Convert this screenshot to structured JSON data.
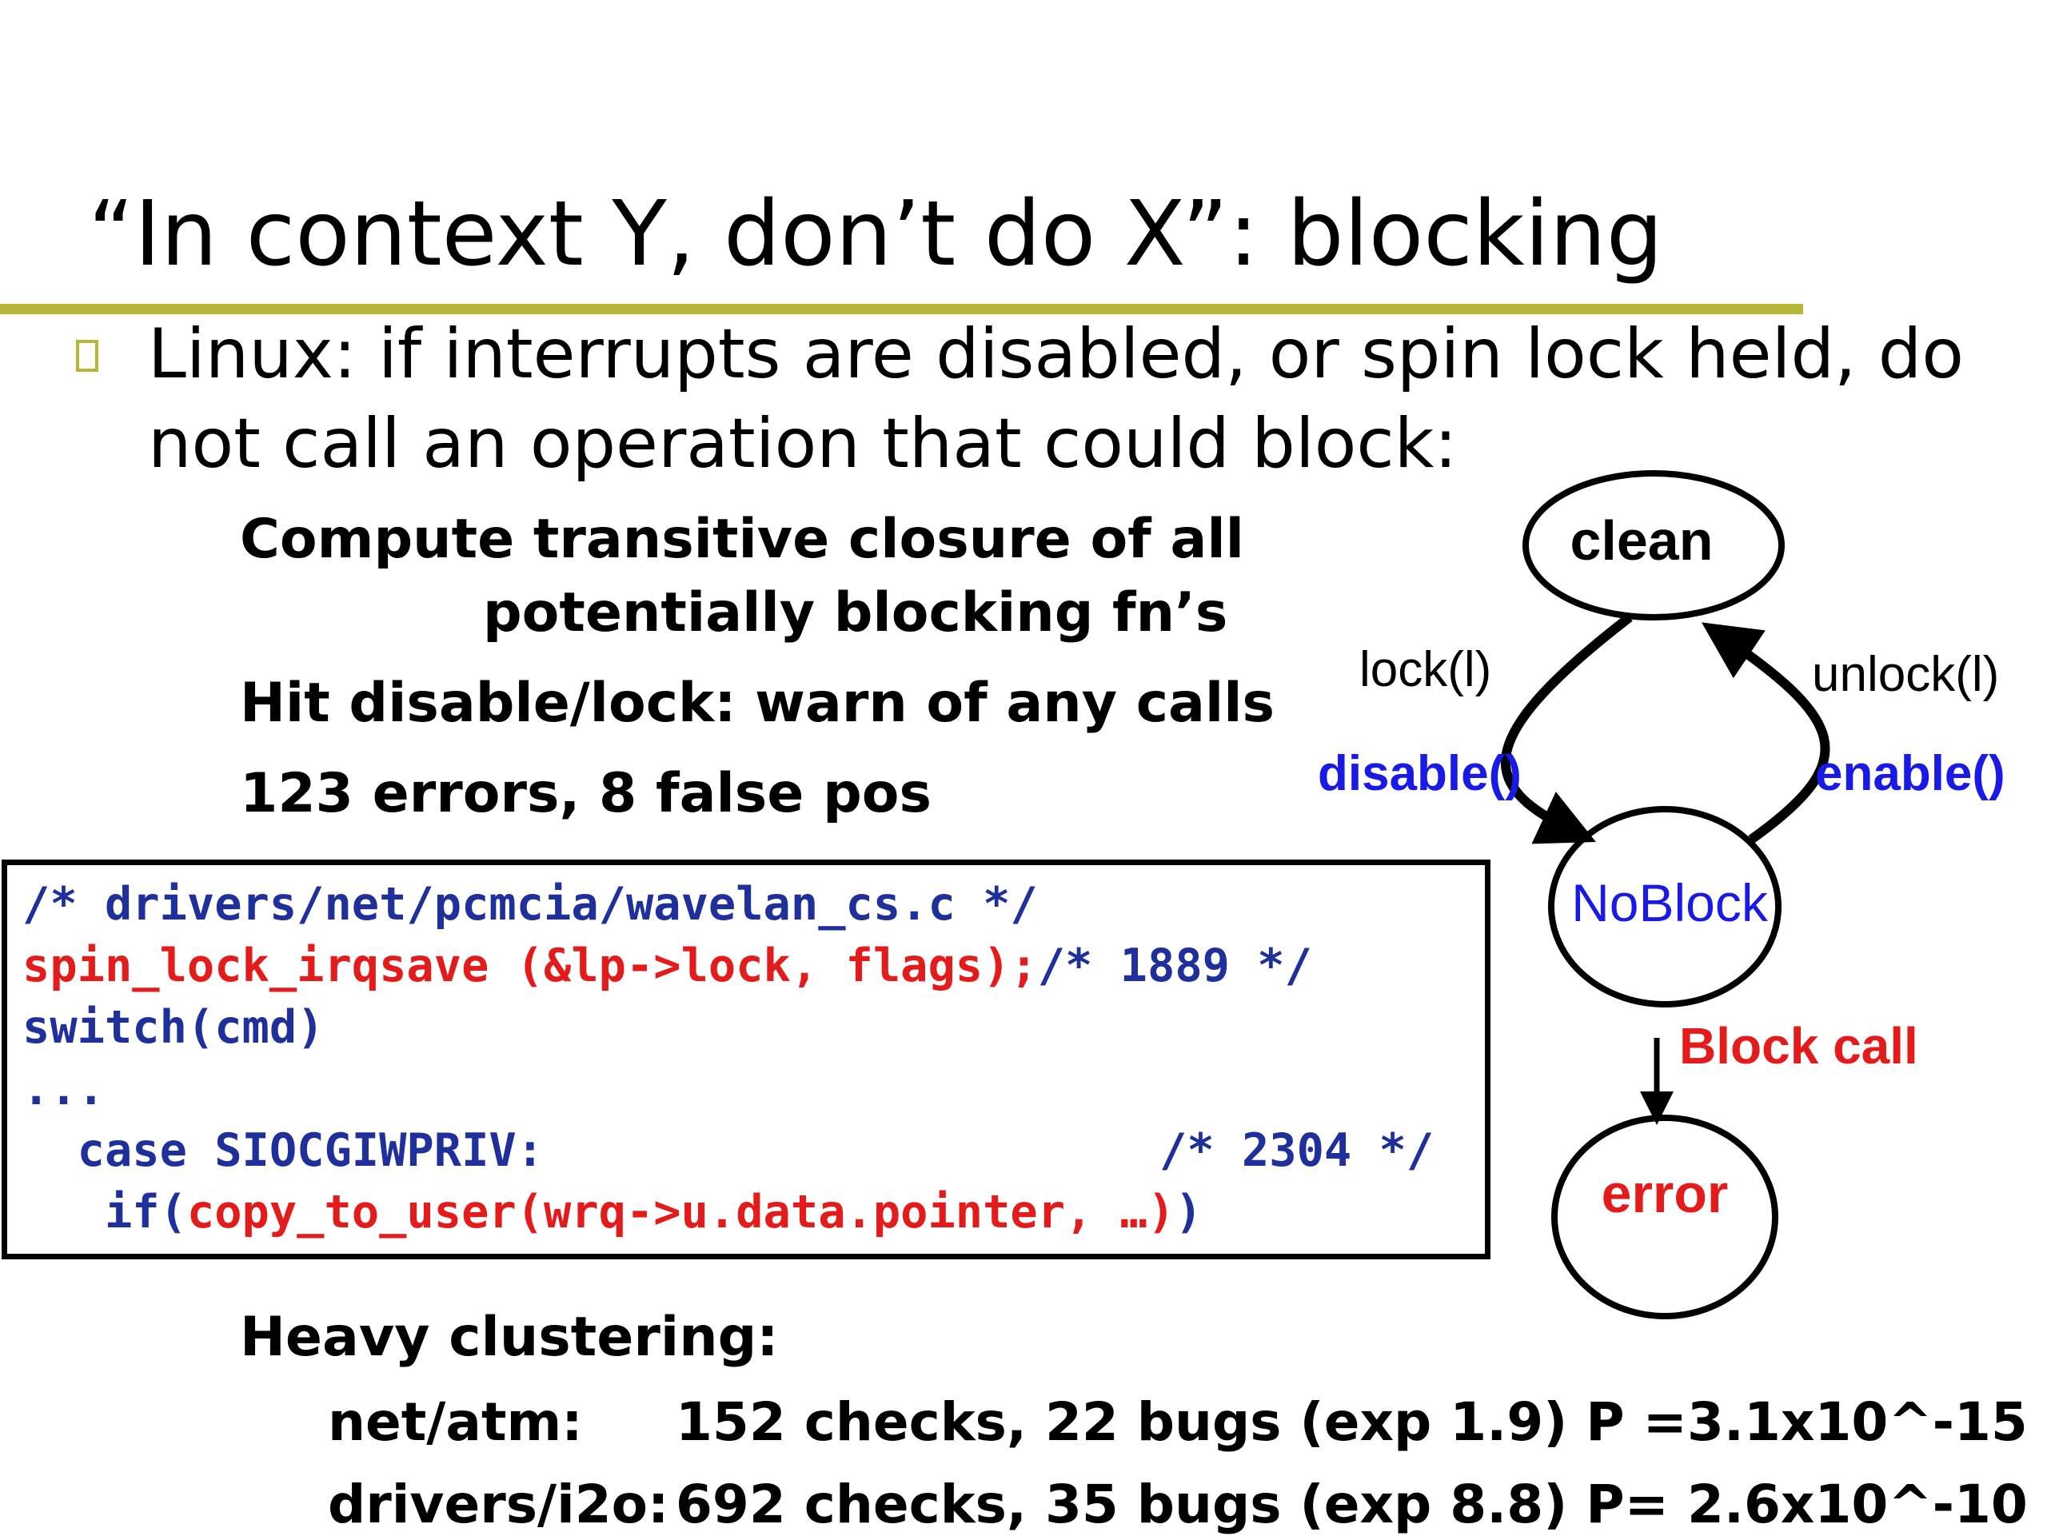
{
  "title": "“In context Y, don’t do X”: blocking",
  "bullet": {
    "line1": "Linux: if interrupts are disabled, or spin lock held, do",
    "line2": "not call an operation that could block:"
  },
  "steps": {
    "compute_line1": "Compute transitive closure of all",
    "compute_line2": "potentially blocking fn’s",
    "hit": "Hit disable/lock: warn of any calls",
    "errors": "123 errors, 8 false pos"
  },
  "code": {
    "line1": "/* drivers/net/pcmcia/wavelan_cs.c */",
    "line2_red": "spin_lock_irqsave (&lp->lock, flags);",
    "line2_blue": "/* 1889 */",
    "line3": "switch(cmd)",
    "line4": "...",
    "line5_case": "  case SIOCGIWPRIV:",
    "line5_comment": "/* 2304 */",
    "line6_if": "   if(",
    "line6_red": "copy_to_user(wrq->u.data.pointer, …)",
    "line6_close": ")"
  },
  "clustering": {
    "heading": "Heavy clustering:",
    "rows": [
      {
        "path": "net/atm:",
        "detail": "152 checks, 22 bugs (exp 1.9) P =3.1x10^-15"
      },
      {
        "path": "drivers/i2o:",
        "detail": "692 checks, 35 bugs (exp 8.8) P= 2.6x10^-10"
      }
    ]
  },
  "state_machine": {
    "states": {
      "clean": "clean",
      "noblock": "NoBlock",
      "error": "error"
    },
    "transitions": {
      "lock": "lock(l)",
      "disable": "disable()",
      "unlock": "unlock(l)",
      "enable": "enable()",
      "block": "Block call"
    }
  },
  "colors": {
    "accent_rule": "#b7b637",
    "code_blue": "#1f2f9c",
    "code_red": "#e41b1b",
    "label_blue": "#1a1ae6",
    "label_red": "#e41b1b"
  }
}
